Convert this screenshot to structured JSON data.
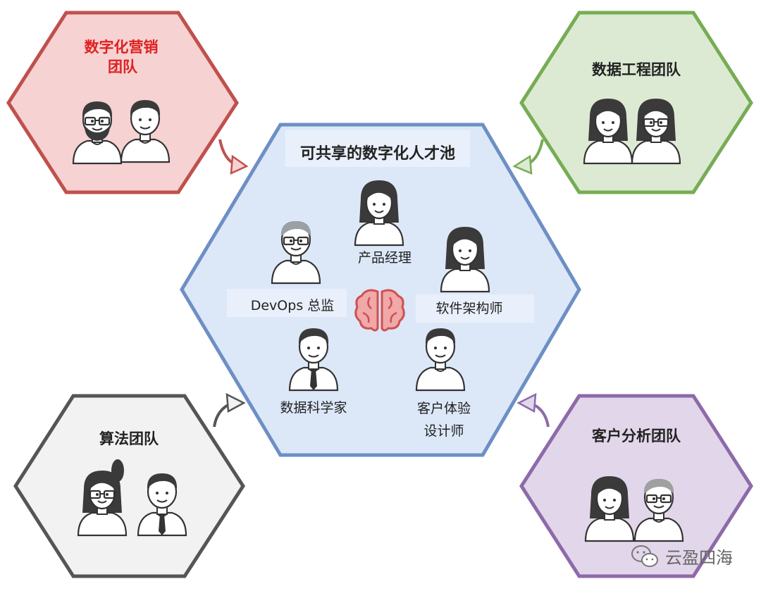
{
  "center": {
    "title": "可共享的数字化人才池",
    "roles": {
      "product_manager": "产品经理",
      "devops": "DevOps 总监",
      "software_architect": "软件架构师",
      "data_scientist": "数据科学家",
      "cx_designer_line1": "客户体验",
      "cx_designer_line2": "设计师"
    },
    "fill": "#dce8f8",
    "stroke": "#6d8fc4"
  },
  "teams": {
    "marketing": {
      "line1": "数字化营销",
      "line2": "团队",
      "fill": "#f6d2d2",
      "stroke": "#c0504d",
      "text_color": "#e02020"
    },
    "data_engineering": {
      "label": "数据工程团队",
      "fill": "#dcead3",
      "stroke": "#77ac55"
    },
    "algorithm": {
      "label": "算法团队",
      "fill": "#f2f2f2",
      "stroke": "#555555"
    },
    "customer_analytics": {
      "label": "客户分析团队",
      "fill": "#e2d6ea",
      "stroke": "#8e6aa9"
    }
  },
  "watermark": {
    "text": "云盈四海"
  }
}
